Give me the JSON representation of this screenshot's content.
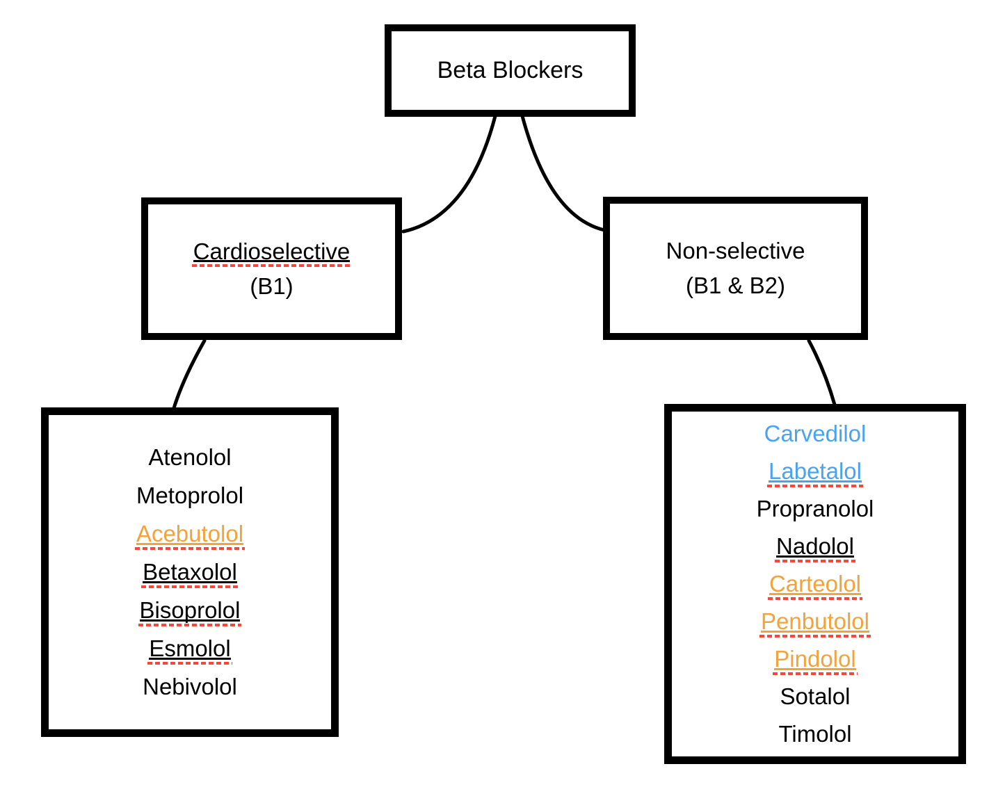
{
  "colors": {
    "background": "#FFFFFF",
    "text": "#000000",
    "line": "#000000",
    "orange": "#F2A33C",
    "blue": "#4AA3F0",
    "spell_red": "#F4473D"
  },
  "root_node": {
    "label": "Beta Blockers"
  },
  "category_nodes": [
    {
      "id": "cardioselective",
      "lines": [
        {
          "text": "Cardioselective",
          "color": "black",
          "underlined": true
        },
        {
          "text": "(B1)",
          "color": "black",
          "underlined": false
        }
      ]
    },
    {
      "id": "non-selective",
      "lines": [
        {
          "text": "Non-selective",
          "color": "black",
          "underlined": false
        },
        {
          "text": "(B1 & B2)",
          "color": "black",
          "underlined": false
        }
      ]
    }
  ],
  "drug_lists": [
    {
      "id": "cardioselective-drugs",
      "items": [
        {
          "text": "Atenolol",
          "color": "black",
          "underlined": false
        },
        {
          "text": "Metoprolol",
          "color": "black",
          "underlined": false
        },
        {
          "text": "Acebutolol",
          "color": "orange",
          "underlined": true
        },
        {
          "text": "Betaxolol",
          "color": "black",
          "underlined": true
        },
        {
          "text": "Bisoprolol",
          "color": "black",
          "underlined": true
        },
        {
          "text": "Esmolol",
          "color": "black",
          "underlined": true
        },
        {
          "text": "Nebivolol",
          "color": "black",
          "underlined": false
        }
      ]
    },
    {
      "id": "non-selective-drugs",
      "items": [
        {
          "text": "Carvedilol",
          "color": "blue",
          "underlined": false
        },
        {
          "text": "Labetalol",
          "color": "blue",
          "underlined": true
        },
        {
          "text": "Propranolol",
          "color": "black",
          "underlined": false
        },
        {
          "text": "Nadolol",
          "color": "black",
          "underlined": true
        },
        {
          "text": "Carteolol",
          "color": "orange",
          "underlined": true
        },
        {
          "text": "Penbutolol",
          "color": "orange",
          "underlined": true
        },
        {
          "text": "Pindolol",
          "color": "orange",
          "underlined": true
        },
        {
          "text": "Sotalol",
          "color": "black",
          "underlined": false
        },
        {
          "text": "Timolol",
          "color": "black",
          "underlined": false
        }
      ]
    }
  ]
}
